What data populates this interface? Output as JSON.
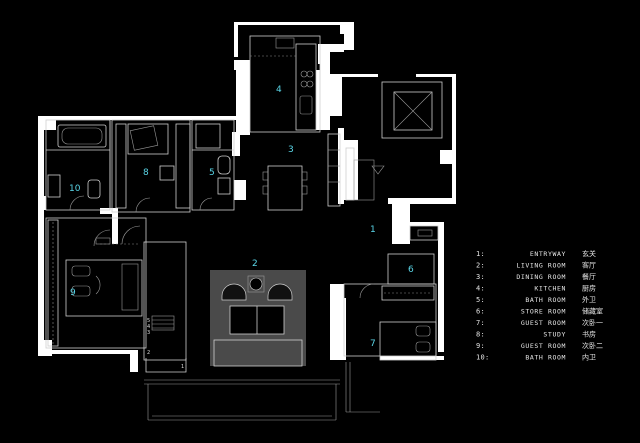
{
  "legend": [
    {
      "num": "1:",
      "en": "ENTRYWAY",
      "cn": "玄关"
    },
    {
      "num": "2:",
      "en": "LIVING ROOM",
      "cn": "客厅"
    },
    {
      "num": "3:",
      "en": "DINING ROOM",
      "cn": "餐厅"
    },
    {
      "num": "4:",
      "en": "KITCHEN",
      "cn": "厨房"
    },
    {
      "num": "5:",
      "en": "BATH ROOM",
      "cn": "外卫"
    },
    {
      "num": "6:",
      "en": "STORE ROOM",
      "cn": "储藏室"
    },
    {
      "num": "7:",
      "en": "GUEST ROOM",
      "cn": "次卧一"
    },
    {
      "num": "8:",
      "en": "STUDY",
      "cn": "书房"
    },
    {
      "num": "9:",
      "en": "GUEST ROOM",
      "cn": "次卧二"
    },
    {
      "num": "10:",
      "en": "BATH ROOM",
      "cn": "内卫"
    }
  ],
  "rooms": {
    "r1": "1",
    "r2": "2",
    "r3": "3",
    "r4": "4",
    "r5": "5",
    "r6": "6",
    "r7": "7",
    "r8": "8",
    "r9": "9",
    "r10": "10"
  },
  "stairs": {
    "s1": "1",
    "s2": "2",
    "s3": "3",
    "s4": "4",
    "s5": "5"
  },
  "colors": {
    "background": "#000000",
    "wall": "#ffffff",
    "room_number": "#5ad6e8",
    "living_fill": "#4a4a4a"
  }
}
